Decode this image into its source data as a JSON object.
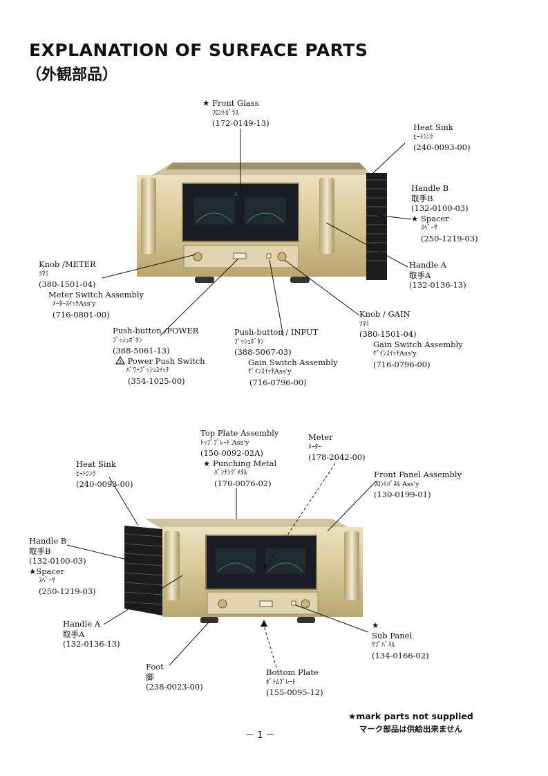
{
  "header": {
    "title": "EXPLANATION OF SURFACE PARTS",
    "subtitle": "（外観部品）"
  },
  "figure1": {
    "labels": {
      "front_glass": {
        "star": "★",
        "name": "Front Glass",
        "jp": "ﾌﾛﾝﾄｶﾞﾗｽ",
        "code": "(172-0149-13)"
      },
      "heat_sink": {
        "name": "Heat Sink",
        "jp": "ﾋｰﾄｼﾝｸ",
        "code": "(240-0093-00)"
      },
      "handle_b": {
        "name": "Handle B",
        "jp": "取手B",
        "code": "(132-0100-03)",
        "spacer_star": "★",
        "spacer_name": "Spacer",
        "spacer_jp": "ｽﾍﾟｰｻ",
        "spacer_code": "(250-1219-03)"
      },
      "handle_a": {
        "name": "Handle A",
        "jp": "取手A",
        "code": "(132-0136-13)"
      },
      "knob_meter": {
        "name": "Knob /METER",
        "jp": "ﾂﾏﾐ",
        "code": "(380-1501-04)",
        "sub_name": "Meter Switch Assembly",
        "sub_jp": "ﾒｰﾀｰｽｲｯﾁAss'y",
        "sub_code": "(716-0801-00)"
      },
      "knob_gain": {
        "name": "Knob / GAIN",
        "jp": "ﾂﾏﾐ",
        "code": "(380-1501-04)",
        "sub_name": "Gain Switch Assembly",
        "sub_jp": "ｹﾞｲﾝｽｲｯﾁAss'y",
        "sub_code": "(716-0796-00)"
      },
      "push_power": {
        "name": "Push-button /POWER",
        "jp": "ﾌﾟｯｼｭﾎﾞﾀﾝ",
        "code": "(388-5061-13)",
        "sub_warn": "!",
        "sub_name": "Power Push Switch",
        "sub_jp": "ﾊﾟﾜｰﾌﾟｯｼｭｽｲｯﾁ",
        "sub_code": "(354-1025-00)"
      },
      "push_input": {
        "name": "Push-button / INPUT",
        "jp": "ﾌﾟｯｼｭﾎﾞﾀﾝ",
        "code": "(388-5067-03)",
        "sub_name": "Gain Switch Assembly",
        "sub_jp": "ｹﾞｲﾝｽｲｯﾁAss'y",
        "sub_code": "(716-0796-00)"
      }
    }
  },
  "figure2": {
    "labels": {
      "top_plate": {
        "name": "Top Plate Assembly",
        "jp": "ﾄｯﾌﾟﾌﾟﾚｰﾄ Ass'y",
        "code": "(150-0092-02A)",
        "sub_star": "★",
        "sub_name": "Punching Metal",
        "sub_jp": "ﾊﾟﾝﾁﾝｸﾞﾒﾀﾙ",
        "sub_code": "(170-0076-02)"
      },
      "meter": {
        "name": "Meter",
        "jp": "ﾒｰﾀｰ",
        "code": "(178-2042-00)"
      },
      "heat_sink": {
        "name": "Heat Sink",
        "jp": "ﾋｰﾄｼﾝｸ",
        "code": "(240-0093-00)"
      },
      "front_panel": {
        "name": "Front Panel Assembly",
        "jp": "ﾌﾛﾝﾄﾊﾟﾈﾙ Ass'y",
        "code": "(130-0199-01)"
      },
      "handle_b": {
        "name": "Handle B",
        "jp": "取手B",
        "code": "(132-0100-03)",
        "spacer_star": "★",
        "spacer_name": "Spacer",
        "spacer_jp": "ｽﾍﾟｰｻ",
        "spacer_code": "(250-1219-03)"
      },
      "handle_a": {
        "name": "Handle A",
        "jp": "取手A",
        "code": "(132-0136-13)"
      },
      "sub_panel": {
        "star": "★",
        "name": "Sub Panel",
        "jp": "ｻﾌﾞﾊﾟﾈﾙ",
        "code": "(134-0166-02)"
      },
      "foot": {
        "name": "Foot",
        "jp": "脚",
        "code": "(238-0023-00)"
      },
      "bottom_plate": {
        "name": "Bottom Plate",
        "jp": "ﾎﾞﾄﾑﾌﾟﾚｰﾄ",
        "code": "(155-0095-12)"
      }
    }
  },
  "footer": {
    "note_en": "★mark parts not supplied",
    "note_jp": "マーク部品は供給出来ません",
    "page": "－ 1 －"
  },
  "colors": {
    "panel_gold": "#d9cba0",
    "heat_sink": "#1c1c1c",
    "window": "#1a1c24",
    "meter_green": "#3d8a5f"
  }
}
